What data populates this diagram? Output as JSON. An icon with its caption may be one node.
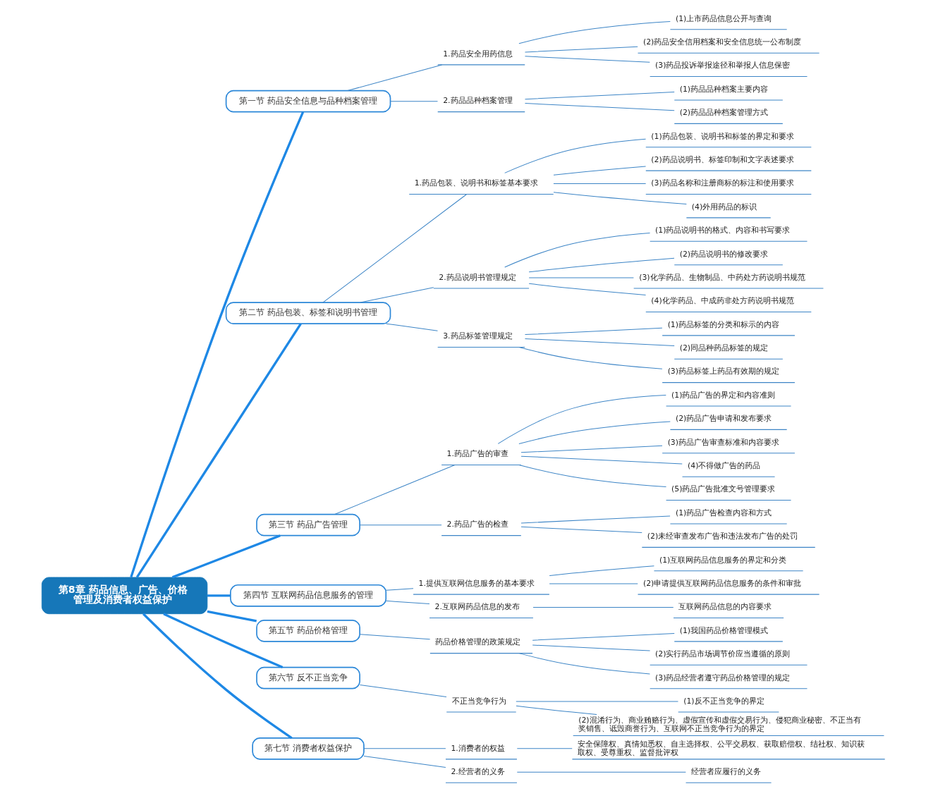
{
  "diagram": {
    "nodes": [
      {
        "text": [
          "第8章 药品信息、广告、价格管理及消费者权益保护"
        ]
      },
      {
        "text": [
          "第一节 药品安全信息与品种档案管理"
        ]
      },
      {
        "text": [
          "1.药品安全用药信息"
        ]
      },
      {
        "text": [
          "(1)上市药品信息公开与查询"
        ]
      },
      {
        "text": [
          "(2)药品安全信用档案和安全信息统一公布制度"
        ]
      },
      {
        "text": [
          "(3)药品投诉举报途径和举报人信息保密"
        ]
      },
      {
        "text": [
          "2.药品品种档案管理"
        ]
      },
      {
        "text": [
          "(1)药品品种档案主要内容"
        ]
      },
      {
        "text": [
          "(2)药品品种档案管理方式"
        ]
      },
      {
        "text": [
          "第二节 药品包装、标签和说明书管理"
        ]
      },
      {
        "text": [
          "1.药品包装、说明书和标签基本要求"
        ]
      },
      {
        "text": [
          "(1)药品包装、说明书和标签的界定和要求"
        ]
      },
      {
        "text": [
          "(2)药品说明书、标签印制和文字表述要求"
        ]
      },
      {
        "text": [
          "(3)药品名称和注册商标的标注和使用要求"
        ]
      },
      {
        "text": [
          "(4)外用药品的标识"
        ]
      },
      {
        "text": [
          "2.药品说明书管理规定"
        ]
      },
      {
        "text": [
          "(1)药品说明书的格式、内容和书写要求"
        ]
      },
      {
        "text": [
          "(2)药品说明书的修改要求"
        ]
      },
      {
        "text": [
          "(3)化学药品、生物制品、中药处方药说明书规范"
        ]
      },
      {
        "text": [
          "(4)化学药品、中成药非处方药说明书规范"
        ]
      },
      {
        "text": [
          "3.药品标签管理规定"
        ]
      },
      {
        "text": [
          "(1)药品标签的分类和标示的内容"
        ]
      },
      {
        "text": [
          "(2)同品种药品标签的规定"
        ]
      },
      {
        "text": [
          "(3)药品标签上药品有效期的规定"
        ]
      },
      {
        "text": [
          "第三节 药品广告管理"
        ]
      },
      {
        "text": [
          "1.药品广告的审查"
        ]
      },
      {
        "text": [
          "(1)药品广告的界定和内容准则"
        ]
      },
      {
        "text": [
          "(2)药品广告申请和发布要求"
        ]
      },
      {
        "text": [
          "(3)药品广告审查标准和内容要求"
        ]
      },
      {
        "text": [
          "(4)不得做广告的药品"
        ]
      },
      {
        "text": [
          "(5)药品广告批准文号管理要求"
        ]
      },
      {
        "text": [
          "2.药品广告的检查"
        ]
      },
      {
        "text": [
          "(1)药品广告检查内容和方式"
        ]
      },
      {
        "text": [
          "(2)未经审查发布广告和违法发布广告的处罚"
        ]
      },
      {
        "text": [
          "第四节 互联网药品信息服务的管理"
        ]
      },
      {
        "text": [
          "1.提供互联网信息服务的基本要求"
        ]
      },
      {
        "text": [
          "(1)互联网药品信息服务的界定和分类"
        ]
      },
      {
        "text": [
          "(2)申请提供互联网药品信息服务的条件和审批"
        ]
      },
      {
        "text": [
          "2.互联网药品信息的发布"
        ]
      },
      {
        "text": [
          "互联网药品信息的内容要求"
        ]
      },
      {
        "text": [
          "第五节 药品价格管理"
        ]
      },
      {
        "text": [
          "药品价格管理的政策规定"
        ]
      },
      {
        "text": [
          "(1)我国药品价格管理模式"
        ]
      },
      {
        "text": [
          "(2)实行药品市场调节价应当遵循的原则"
        ]
      },
      {
        "text": [
          "(3)药品经营者遵守药品价格管理的规定"
        ]
      },
      {
        "text": [
          "第六节 反不正当竞争"
        ]
      },
      {
        "text": [
          "不正当竞争行为"
        ]
      },
      {
        "text": [
          "(1)反不正当竞争的界定"
        ]
      },
      {
        "text": [
          "(2)混淆行为、商业贿赂行为、虚假宣传和虚假交易行为、侵犯商业秘密、不正当有奖销售、诋毁商誉行为、互联网不正当竞争行为的界定"
        ]
      },
      {
        "text": [
          "第七节 消费者权益保护"
        ]
      },
      {
        "text": [
          "1.消费者的权益"
        ]
      },
      {
        "text": [
          "安全保障权、真情知悉权、自主选择权、公平交易权、获取赔偿权、结社权、知识获取权、受尊重权、监督批评权"
        ]
      },
      {
        "text": [
          "2.经营者的义务"
        ]
      },
      {
        "text": [
          "经营者应履行的义务"
        ]
      }
    ],
    "edges": [
      {
        "from": 0,
        "to": 1,
        "arrow": "none",
        "style": "thick"
      },
      {
        "from": 1,
        "to": 2,
        "arrow": "none"
      },
      {
        "from": 2,
        "to": 3,
        "arrow": "none"
      },
      {
        "from": 2,
        "to": 4,
        "arrow": "none"
      },
      {
        "from": 2,
        "to": 5,
        "arrow": "none"
      },
      {
        "from": 1,
        "to": 6,
        "arrow": "none"
      },
      {
        "from": 6,
        "to": 7,
        "arrow": "none"
      },
      {
        "from": 6,
        "to": 8,
        "arrow": "none"
      },
      {
        "from": 0,
        "to": 9,
        "arrow": "none",
        "style": "thick"
      },
      {
        "from": 9,
        "to": 10,
        "arrow": "none"
      },
      {
        "from": 10,
        "to": 11,
        "arrow": "none"
      },
      {
        "from": 10,
        "to": 12,
        "arrow": "none"
      },
      {
        "from": 10,
        "to": 13,
        "arrow": "none"
      },
      {
        "from": 10,
        "to": 14,
        "arrow": "none"
      },
      {
        "from": 9,
        "to": 15,
        "arrow": "none"
      },
      {
        "from": 15,
        "to": 16,
        "arrow": "none"
      },
      {
        "from": 15,
        "to": 17,
        "arrow": "none"
      },
      {
        "from": 15,
        "to": 18,
        "arrow": "none"
      },
      {
        "from": 15,
        "to": 19,
        "arrow": "none"
      },
      {
        "from": 9,
        "to": 20,
        "arrow": "none"
      },
      {
        "from": 20,
        "to": 21,
        "arrow": "none"
      },
      {
        "from": 20,
        "to": 22,
        "arrow": "none"
      },
      {
        "from": 20,
        "to": 23,
        "arrow": "none"
      },
      {
        "from": 0,
        "to": 24,
        "arrow": "none",
        "style": "thick"
      },
      {
        "from": 24,
        "to": 25,
        "arrow": "none"
      },
      {
        "from": 25,
        "to": 26,
        "arrow": "none"
      },
      {
        "from": 25,
        "to": 27,
        "arrow": "none"
      },
      {
        "from": 25,
        "to": 28,
        "arrow": "none"
      },
      {
        "from": 25,
        "to": 29,
        "arrow": "none"
      },
      {
        "from": 25,
        "to": 30,
        "arrow": "none"
      },
      {
        "from": 24,
        "to": 31,
        "arrow": "none"
      },
      {
        "from": 31,
        "to": 32,
        "arrow": "none"
      },
      {
        "from": 31,
        "to": 33,
        "arrow": "none"
      },
      {
        "from": 0,
        "to": 34,
        "arrow": "none",
        "style": "thick"
      },
      {
        "from": 34,
        "to": 35,
        "arrow": "none"
      },
      {
        "from": 35,
        "to": 36,
        "arrow": "none"
      },
      {
        "from": 35,
        "to": 37,
        "arrow": "none"
      },
      {
        "from": 34,
        "to": 38,
        "arrow": "none"
      },
      {
        "from": 38,
        "to": 39,
        "arrow": "none"
      },
      {
        "from": 0,
        "to": 40,
        "arrow": "none",
        "style": "thick"
      },
      {
        "from": 40,
        "to": 41,
        "arrow": "none"
      },
      {
        "from": 41,
        "to": 42,
        "arrow": "none"
      },
      {
        "from": 41,
        "to": 43,
        "arrow": "none"
      },
      {
        "from": 41,
        "to": 44,
        "arrow": "none"
      },
      {
        "from": 0,
        "to": 45,
        "arrow": "none",
        "style": "thick"
      },
      {
        "from": 45,
        "to": 46,
        "arrow": "none"
      },
      {
        "from": 46,
        "to": 47,
        "arrow": "none"
      },
      {
        "from": 46,
        "to": 48,
        "arrow": "none"
      },
      {
        "from": 0,
        "to": 49,
        "arrow": "none",
        "style": "thick"
      },
      {
        "from": 49,
        "to": 50,
        "arrow": "none"
      },
      {
        "from": 50,
        "to": 51,
        "arrow": "none"
      },
      {
        "from": 49,
        "to": 52,
        "arrow": "none"
      },
      {
        "from": 52,
        "to": 53,
        "arrow": "none"
      }
    ]
  }
}
